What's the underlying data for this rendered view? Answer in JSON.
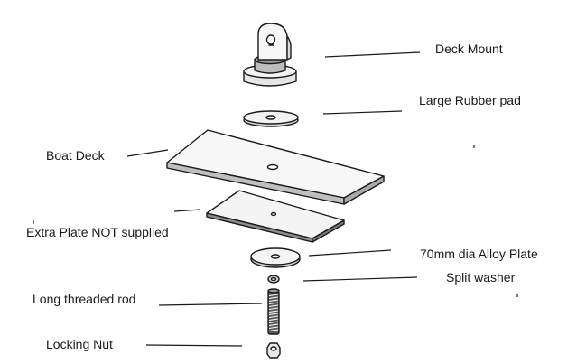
{
  "labels": {
    "deck_mount": "Deck Mount",
    "rubber_pad": "Large Rubber pad",
    "boat_deck": "Boat Deck",
    "extra_plate": "Extra Plate NOT supplied",
    "alloy_plate": "70mm dia Alloy Plate",
    "split_washer": "Split washer",
    "threaded_rod": "Long threaded rod",
    "locking_nut": "Locking Nut"
  },
  "colors": {
    "line": "#1a1a1a",
    "background": "#ffffff",
    "light_fill": "#f2f2f2",
    "mid_fill": "#d6d6d6",
    "dark_fill": "#8c8c8c"
  }
}
